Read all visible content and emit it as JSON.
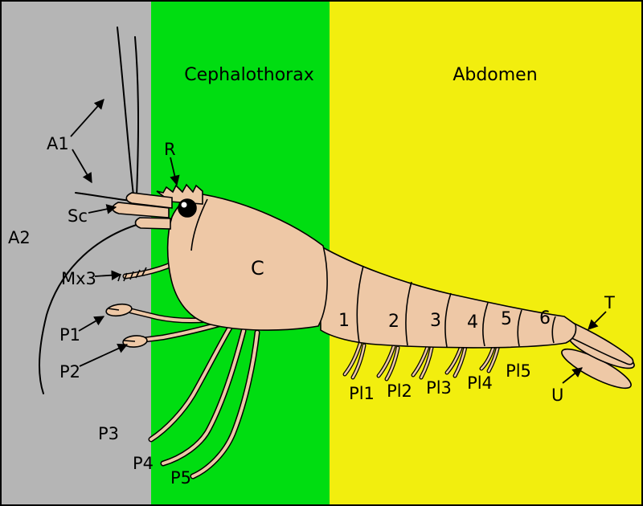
{
  "figure": {
    "type": "anatomy-diagram",
    "subject": "shrimp external anatomy"
  },
  "regions": {
    "head": {
      "color": "#b5b5b5"
    },
    "cephalothorax": {
      "label": "Cephalothorax",
      "color": "#00dd11"
    },
    "abdomen": {
      "label": "Abdomen",
      "color": "#f2ee0e"
    }
  },
  "body_color": "#eec8a6",
  "outline_color": "#000000",
  "labels": {
    "a1": "A1",
    "a2": "A2",
    "sc": "Sc",
    "r": "R",
    "mx3": "Mx3",
    "p1": "P1",
    "p2": "P2",
    "p3": "P3",
    "p4": "P4",
    "p5": "P5",
    "c": "C",
    "t": "T",
    "u": "U",
    "pl": [
      "Pl1",
      "Pl2",
      "Pl3",
      "Pl4",
      "Pl5"
    ]
  },
  "segments": [
    "1",
    "2",
    "3",
    "4",
    "5",
    "6"
  ]
}
